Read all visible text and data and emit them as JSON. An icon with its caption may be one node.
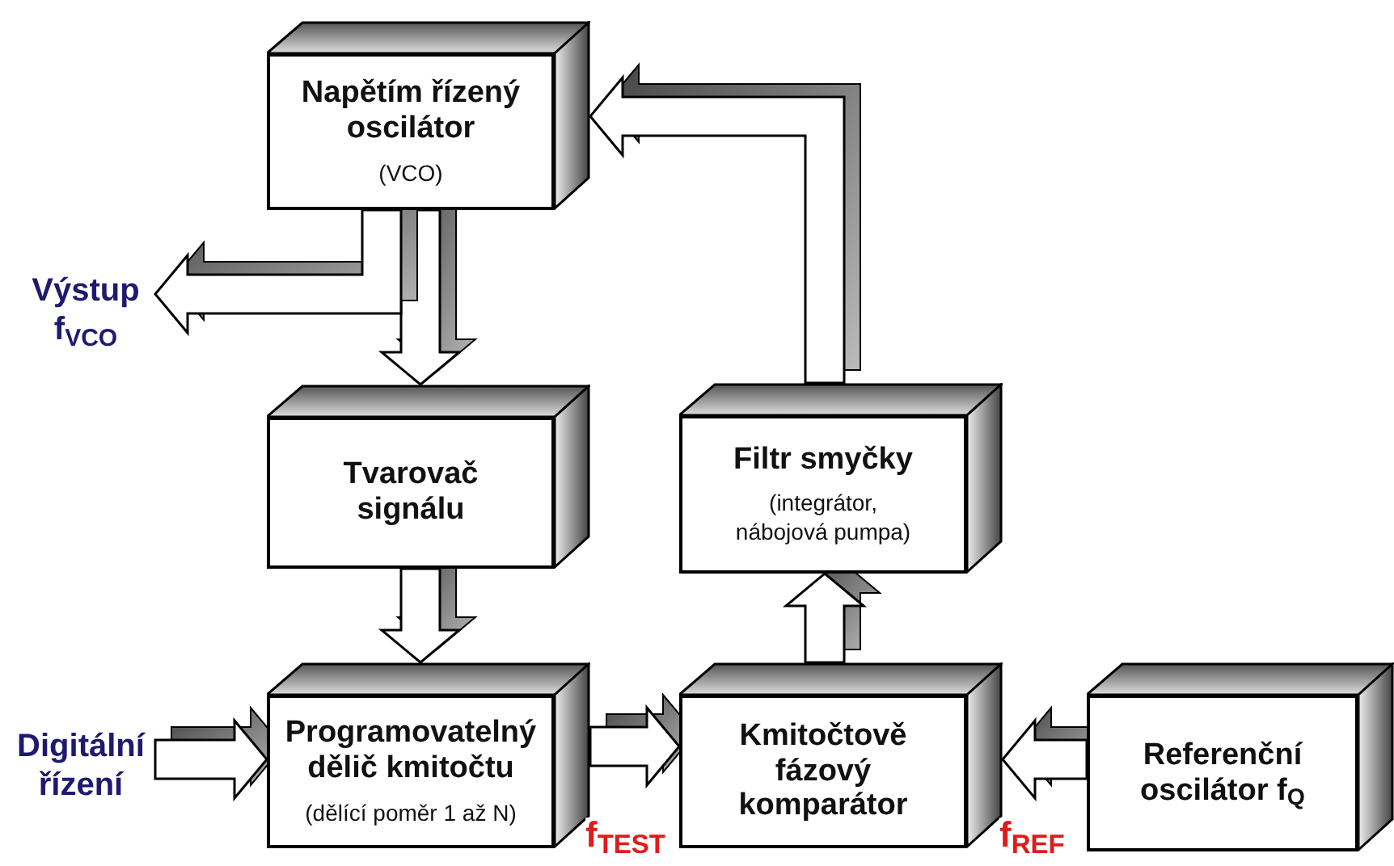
{
  "diagram": {
    "nodes": [
      {
        "text": [
          "Napětím řízený oscilátor",
          "(VCO)"
        ]
      },
      {
        "text": [
          "Tvarovač signálu"
        ]
      },
      {
        "text": [
          "Programovatelný dělič kmitočtu",
          "(dělící poměr  1 až N)"
        ]
      },
      {
        "text": [
          "Filtr smyčky",
          "(integrátor, nábojová pumpa)"
        ]
      },
      {
        "text": [
          "Kmitočtově fázový komparátor"
        ]
      },
      {
        "text": [
          "Referenční oscilátor  f$_{Q}$"
        ]
      },
      {
        "text": [
          "Výstup f$_{VCO}$"
        ]
      },
      {
        "text": [
          "Digitální řízení"
        ]
      }
    ],
    "edges": [
      {
        "from": 0,
        "to": 1,
        "arrow": "to"
      },
      {
        "from": 0,
        "to": 6,
        "arrow": "to"
      },
      {
        "from": 1,
        "to": 2,
        "arrow": "to"
      },
      {
        "from": 2,
        "to": 4,
        "arrow": "to",
        "label": "f$_{TEST}$"
      },
      {
        "from": 5,
        "to": 4,
        "arrow": "to",
        "label": "f$_{REF}$"
      },
      {
        "from": 4,
        "to": 3,
        "arrow": "to"
      },
      {
        "from": 3,
        "to": 0,
        "arrow": "to"
      },
      {
        "from": 7,
        "to": 2,
        "arrow": "to"
      }
    ]
  }
}
